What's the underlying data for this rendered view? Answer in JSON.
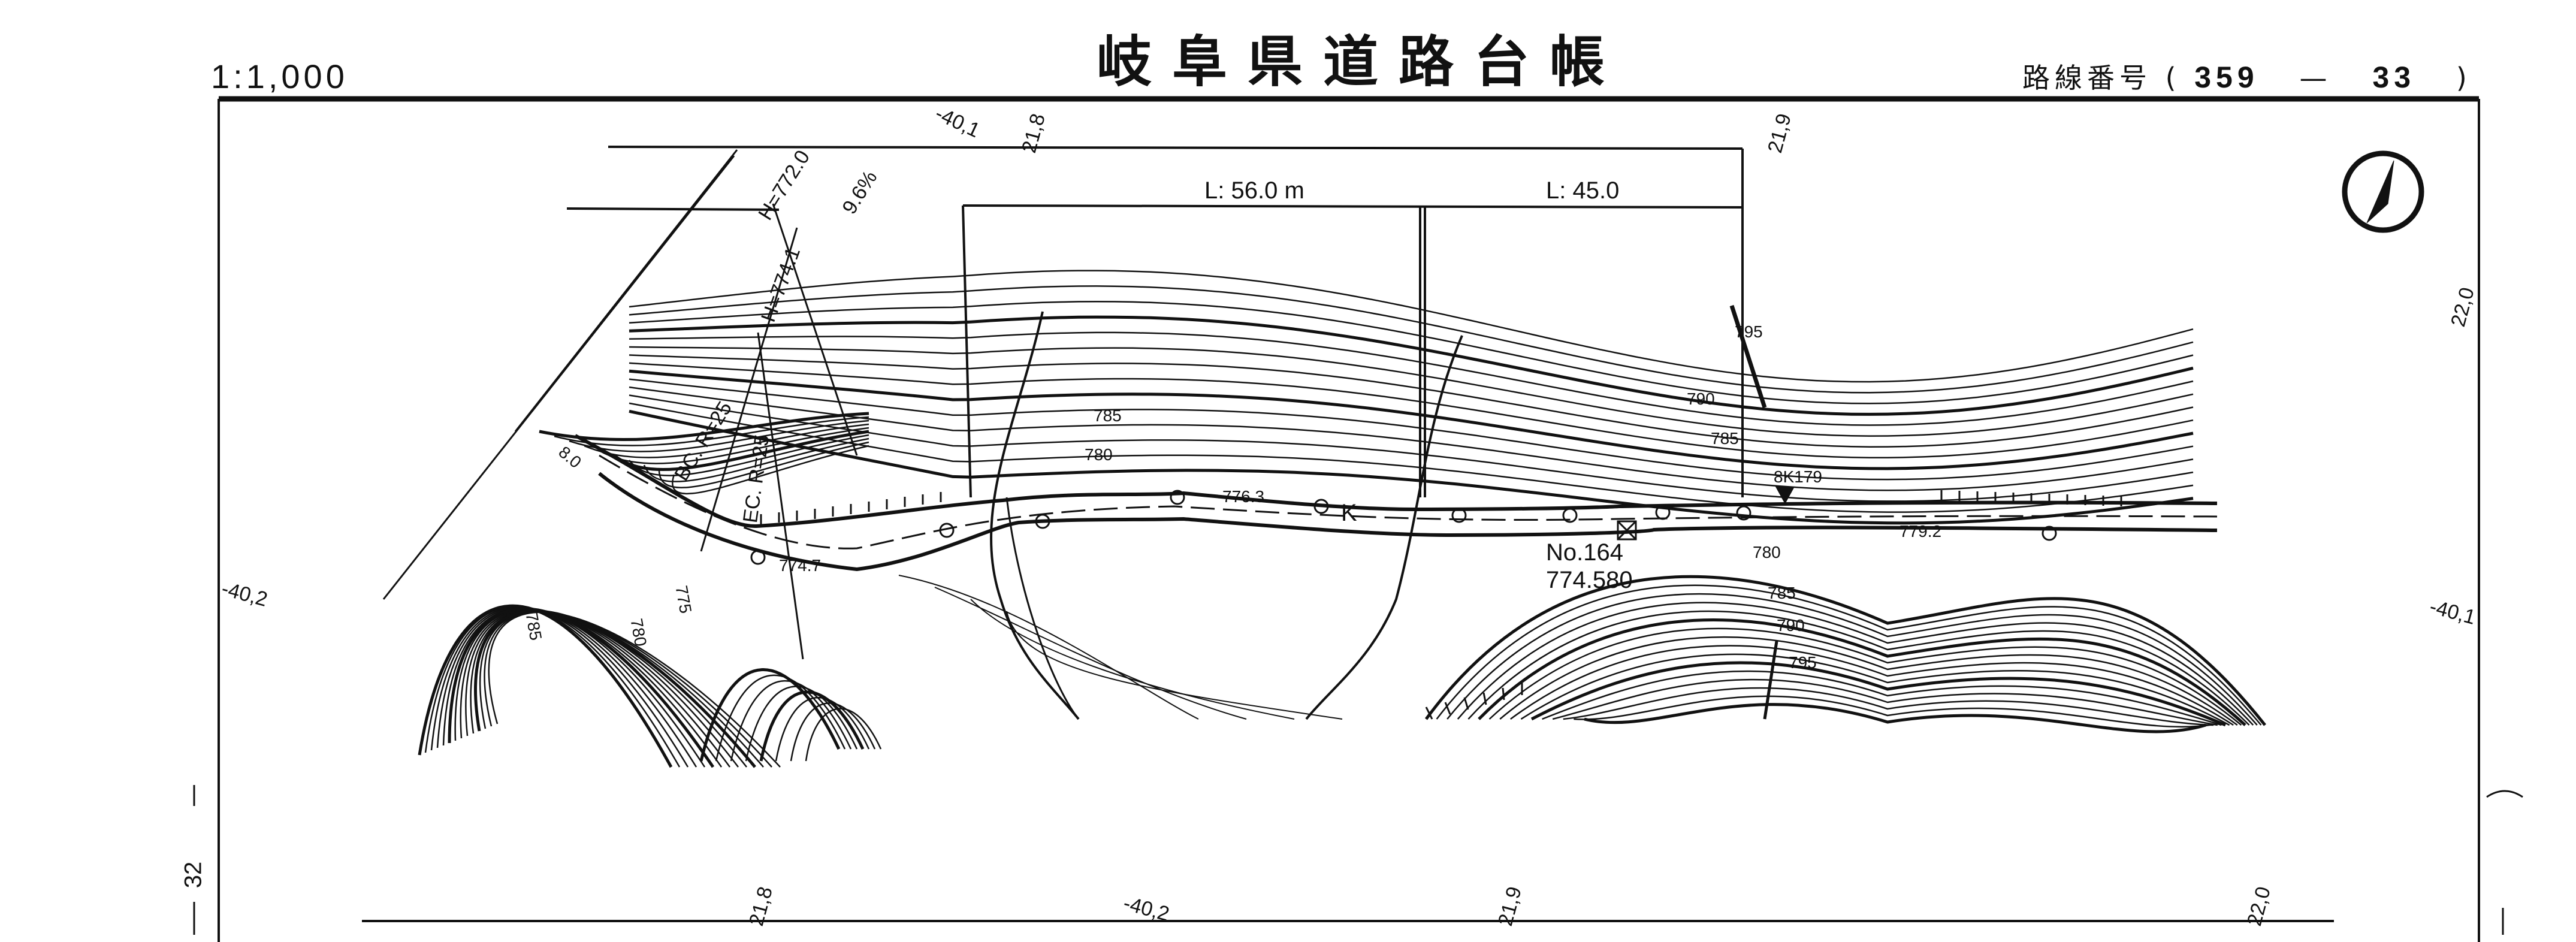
{
  "header": {
    "title": "岐阜県道路台帳",
    "scale": "1:1,000",
    "route_label": "路線番号",
    "route_open": "(",
    "route_no_a": "359",
    "route_dash": "—",
    "route_no_b": "33",
    "route_close": ")"
  },
  "margin": {
    "sheet_no": "32"
  },
  "grid_labels": {
    "top_a": "-40,1",
    "top_b": "21,8",
    "top_c": "21,9",
    "right_a": "22,0",
    "left_a": "-40,2",
    "right_b": "-40,1",
    "bottom_a": "21,8",
    "bottom_b": "-40,2",
    "bottom_c": "21,9",
    "bottom_d": "22,0"
  },
  "dimensions": {
    "l1": "L: 56.0 m",
    "l2": "L: 45.0"
  },
  "annotations": {
    "h1": "H=772.0",
    "grade": "9.6%",
    "h2": "H=774.1",
    "bc": "BC. R=25",
    "ec": "EC. R=25",
    "w1": "8.0",
    "elev1": "776.3",
    "k": "K",
    "elev2": "774.7",
    "station": "No.164",
    "station_elev": "774.580",
    "elev3": "779.2",
    "bm": "8K179"
  },
  "contours": {
    "c780": "780",
    "c785": "785",
    "c790": "790",
    "c795": "795",
    "c775": "775"
  },
  "colors": {
    "ink": "#111111",
    "paper": "#ffffff"
  }
}
